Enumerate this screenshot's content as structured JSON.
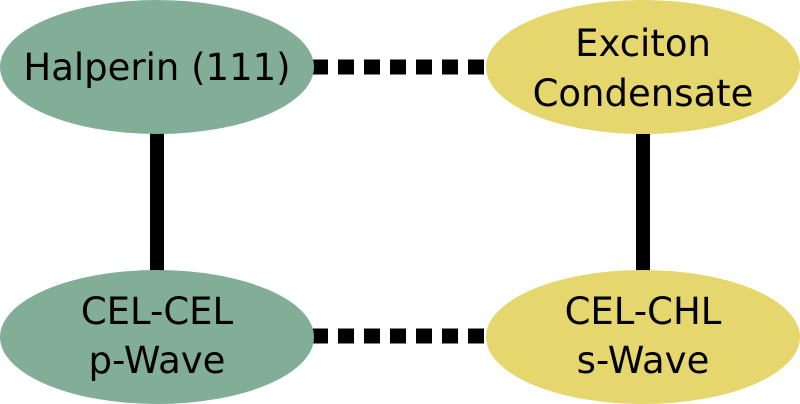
{
  "colors": {
    "green_node": "#82ae98",
    "yellow_node": "#e6d66e",
    "connector": "#000000",
    "background": "#ffffff"
  },
  "nodes": {
    "halperin": {
      "line1": "Halperin (111)"
    },
    "exciton": {
      "line1": "Exciton",
      "line2": "Condensate"
    },
    "cel_cel": {
      "line1": "CEL-CEL",
      "line2": "p-Wave"
    },
    "cel_chl": {
      "line1": "CEL-CHL",
      "line2": "s-Wave"
    }
  },
  "connections": [
    {
      "from": "halperin",
      "to": "exciton",
      "style": "dotted"
    },
    {
      "from": "cel_cel",
      "to": "cel_chl",
      "style": "dotted"
    },
    {
      "from": "halperin",
      "to": "cel_cel",
      "style": "solid"
    },
    {
      "from": "exciton",
      "to": "cel_chl",
      "style": "solid"
    }
  ]
}
